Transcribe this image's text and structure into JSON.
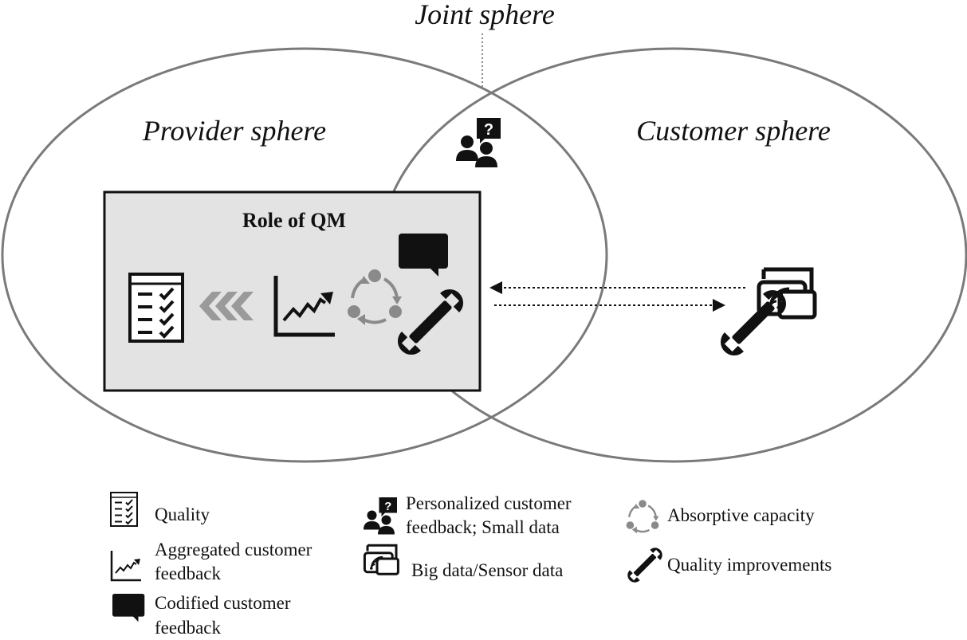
{
  "diagram": {
    "joint_label": "Joint sphere",
    "provider_label": "Provider sphere",
    "customer_label": "Customer sphere",
    "qm_title": "Role of QM"
  },
  "legend": {
    "quality": "Quality",
    "aggregated_line1": "Aggregated customer",
    "aggregated_line2": "feedback",
    "codified_line1": "Codified customer",
    "codified_line2": "feedback",
    "personalized_line1": "Personalized customer",
    "personalized_line2": "feedback; Small data",
    "big_data": "Big data/Sensor data",
    "absorptive": "Absorptive capacity",
    "improvements": "Quality improvements"
  },
  "colors": {
    "ellipse_stroke": "#7a7a7a",
    "qm_box_fill": "#e3e3e3",
    "icon_black": "#111111",
    "icon_grey": "#8a8a8a"
  }
}
